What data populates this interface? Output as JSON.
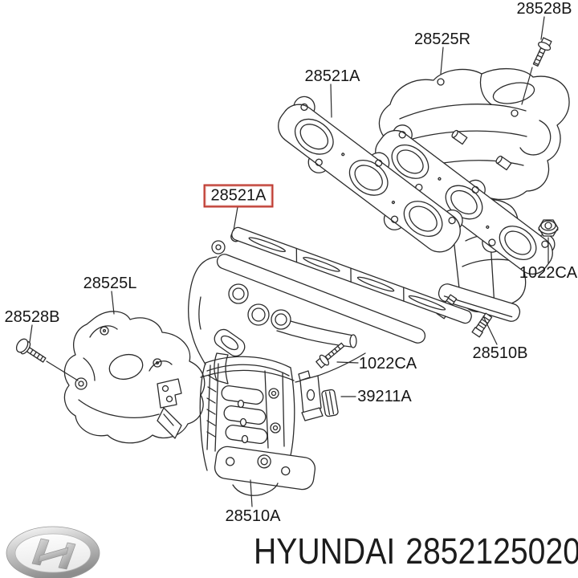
{
  "diagram": {
    "background": "#ffffff",
    "line_color": "#2b2b2b",
    "highlight_color": "#bf3a30",
    "callouts": {
      "bolt_top_right": "28528B",
      "heat_shield_right": "28525R",
      "gasket_flat": "28521A",
      "gasket_selected": "28521A",
      "heat_shield_left": "28525L",
      "bolt_left": "28528B",
      "nut_right": "1022CA",
      "catalytic_right": "28510B",
      "bolt_center": "1022CA",
      "bracket": "39211A",
      "catalytic_center": "28510A"
    }
  },
  "footer": {
    "brand": "HYUNDAI",
    "part_number": "2852125020",
    "logo": "hyundai-logo"
  }
}
